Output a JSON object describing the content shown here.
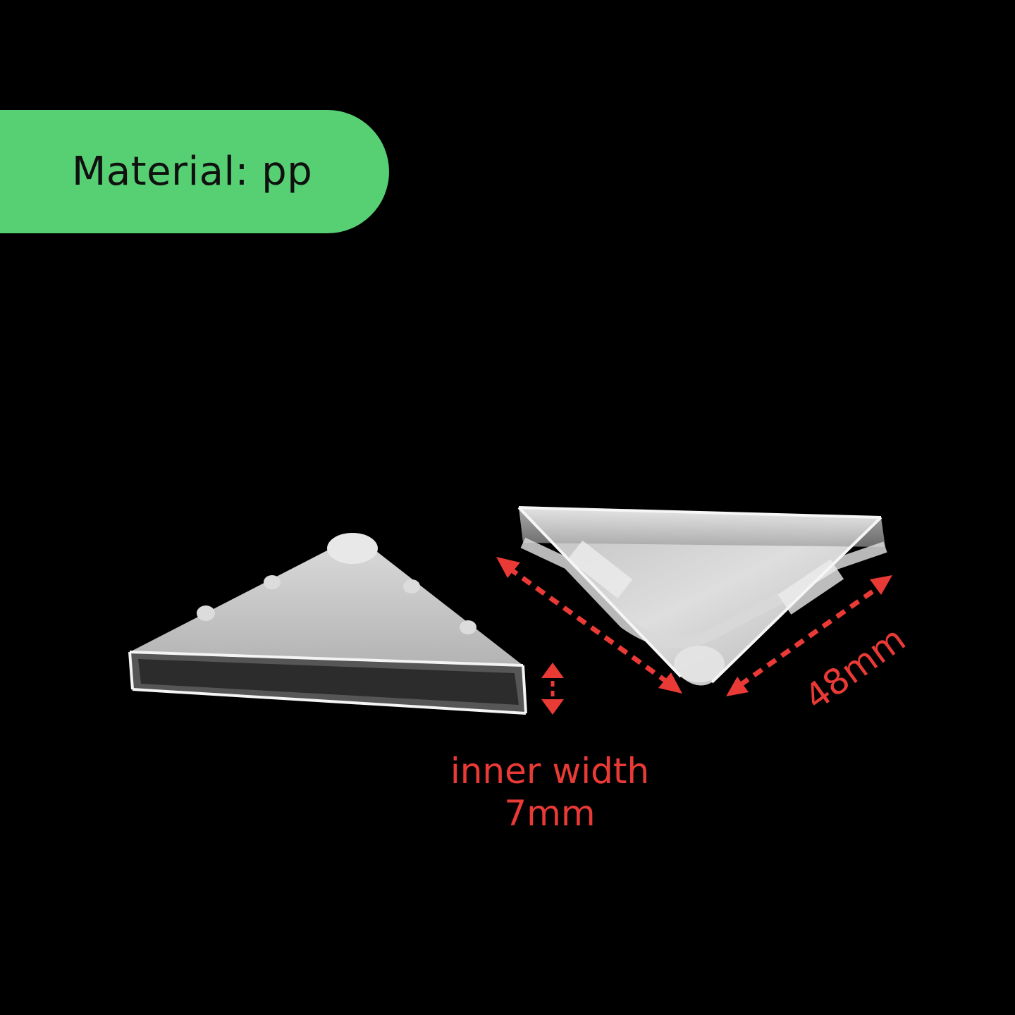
{
  "badge": {
    "text": "Material: pp",
    "color": "#57cf73"
  },
  "dimensions": {
    "inner_width_label": "inner width",
    "inner_width_value": "7mm",
    "side_length": "48mm"
  },
  "colors": {
    "background": "#000000",
    "annotation": "#ea3a36"
  },
  "objects": {
    "left": "triangular-corner-protector",
    "right": "triangular-corner-protector"
  }
}
